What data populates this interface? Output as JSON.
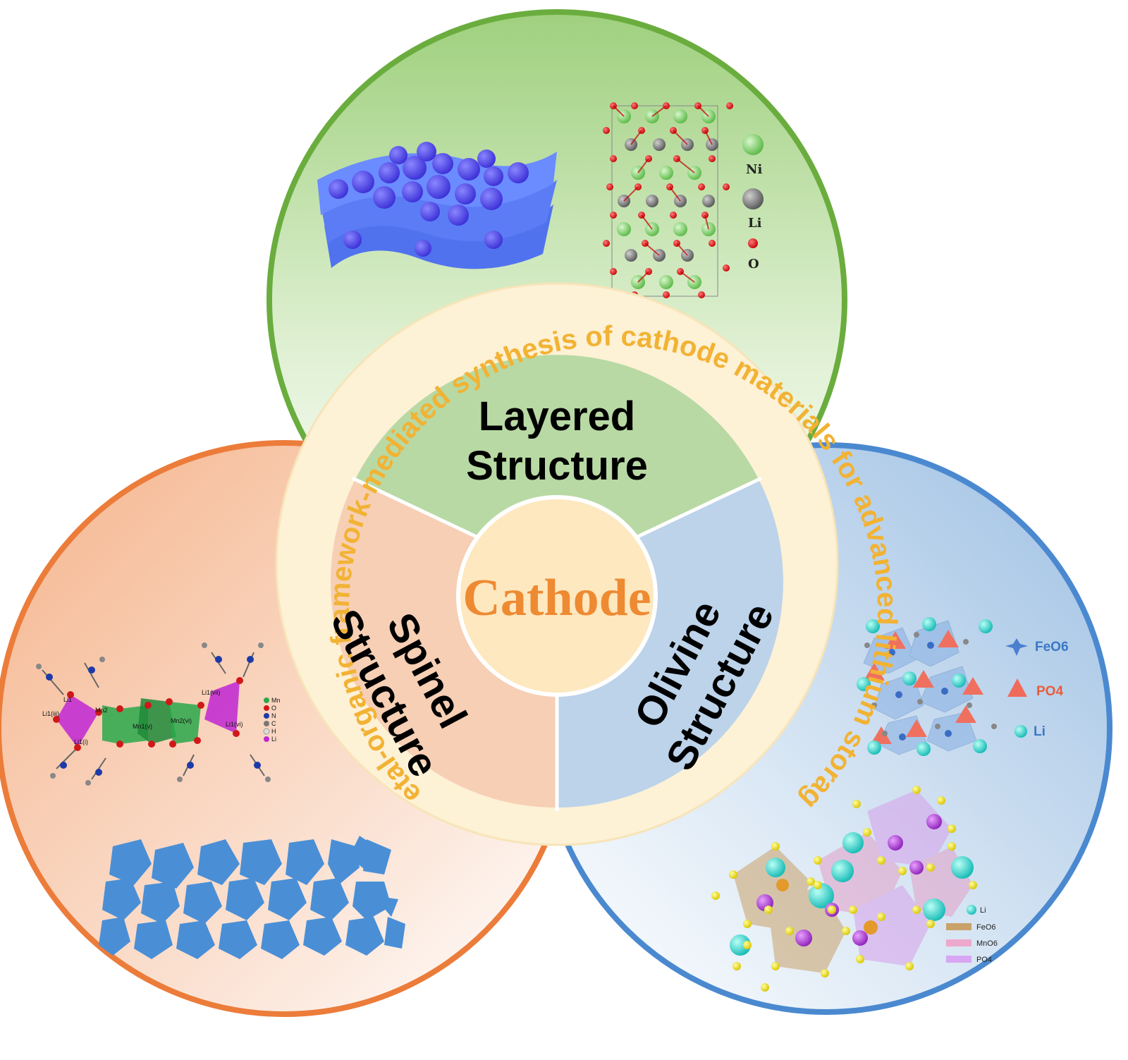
{
  "ring_text": "Metal-organic framework-mediated synthesis of cathode materials for advanced lithium storage",
  "center": {
    "label": "Cathode"
  },
  "sectors": {
    "layered": {
      "line1": "Layered",
      "line2": "Structure"
    },
    "spinel": {
      "line1": "Spinel",
      "line2": "Structure"
    },
    "olivine": {
      "line1": "Olivine",
      "line2": "Structure"
    }
  },
  "layered_legend": {
    "ni": "Ni",
    "li": "Li",
    "o": "O"
  },
  "olivine_legend_top": {
    "feo6": "FeO6",
    "po4": "PO4",
    "li": "Li"
  },
  "olivine_legend_bottom": {
    "li": "Li",
    "feo6": "FeO6",
    "mno6": "MnO6",
    "po4": "PO4"
  },
  "spinel_molecule": {
    "atoms_legend": [
      "Mn",
      "O",
      "N",
      "C",
      "H",
      "Li"
    ],
    "site_labels": [
      "Li1",
      "Mn2",
      "Mn1(v)",
      "Mn2(vi)",
      "Li1(vii)",
      "Li1(vi)",
      "Li1(i)",
      "Li1(iii)"
    ]
  },
  "colors": {
    "green_outline": "#6aad3e",
    "orange_outline": "#ec7c3a",
    "blue_outline": "#4a89cf",
    "ring_fill": "#fdf1d6",
    "ring_text": "#f2b233",
    "center_fill": "#fde8bf",
    "center_text": "#ee8a32",
    "layered_sector": "#b8d9a4",
    "spinel_sector": "#f6cfb5",
    "olivine_sector": "#bcd3ea"
  }
}
